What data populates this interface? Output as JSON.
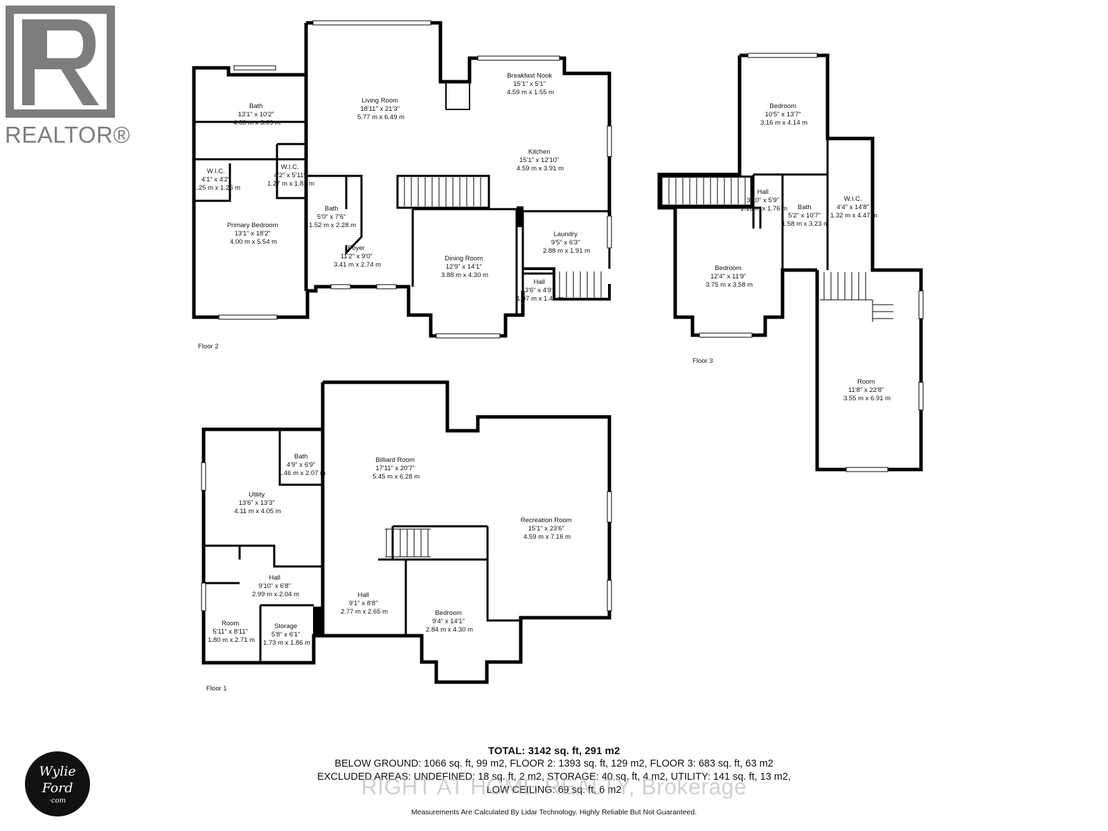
{
  "realtor_logo": {
    "name": "realtor-logo-icon",
    "wordmark": "REALTOR®",
    "color": "#7d7d7d"
  },
  "floors": {
    "floor2": {
      "label": "Floor 2"
    },
    "floor3": {
      "label": "Floor 3"
    },
    "floor1": {
      "label": "Floor 1"
    }
  },
  "rooms": {
    "bath_f2_main": {
      "name": "Bath",
      "imperial": "13'1\" x 10'2\"",
      "metric": "4.00 m x 3.09 m"
    },
    "living_room": {
      "name": "Living Room",
      "imperial": "18'11\" x 21'3\"",
      "metric": "5.77 m x 6.49 m"
    },
    "breakfast_nook": {
      "name": "Breakfast Nook",
      "imperial": "15'1\" x 5'1\"",
      "metric": "4.59 m x 1.55 m"
    },
    "kitchen": {
      "name": "Kitchen",
      "imperial": "15'1\" x 12'10\"",
      "metric": "4.59 m x 3.91 m"
    },
    "wic_f2_a": {
      "name": "W.I.C.",
      "imperial": "4'1\" x 4'2\"",
      "metric": "1.25 m x 1.26 m"
    },
    "wic_f2_b": {
      "name": "W.I.C.",
      "imperial": "4'2\" x 5'11\"",
      "metric": "1.27 m x 1.81 m"
    },
    "bath_f2_small": {
      "name": "Bath",
      "imperial": "5'0\" x 7'6\"",
      "metric": "1.52 m x 2.28 m"
    },
    "primary_bedroom": {
      "name": "Primary Bedroom",
      "imperial": "13'1\" x 18'2\"",
      "metric": "4.00 m x 5.54 m"
    },
    "foyer": {
      "name": "Foyer",
      "imperial": "11'2\" x 9'0\"",
      "metric": "3.41 m x 2.74 m"
    },
    "dining_room": {
      "name": "Dining Room",
      "imperial": "12'9\" x 14'1\"",
      "metric": "3.88 m x 4.30 m"
    },
    "laundry": {
      "name": "Laundry",
      "imperial": "9'5\" x 6'3\"",
      "metric": "2.88 m x 1.91 m"
    },
    "hall_f2": {
      "name": "Hall",
      "imperial": "3'6\" x 4'9\"",
      "metric": "1.07 m x 1.45 m"
    },
    "bedroom_f3_top": {
      "name": "Bedroom",
      "imperial": "10'5\" x 13'7\"",
      "metric": "3.16 m x 4.14 m"
    },
    "hall_f3": {
      "name": "Hall",
      "imperial": "3'10\" x 5'9\"",
      "metric": "1.16 m x 1.76 m"
    },
    "bath_f3": {
      "name": "Bath",
      "imperial": "5'2\" x 10'7\"",
      "metric": "1.58 m x 3.23 m"
    },
    "wic_f3": {
      "name": "W.I.C.",
      "imperial": "4'4\" x 14'8\"",
      "metric": "1.32 m x 4.47 m"
    },
    "bedroom_f3_left": {
      "name": "Bedroom",
      "imperial": "12'4\" x 11'9\"",
      "metric": "3.75 m x 3.58 m"
    },
    "room_f3": {
      "name": "Room",
      "imperial": "11'8\" x 22'8\"",
      "metric": "3.55 m x 6.91 m"
    },
    "billiard_room": {
      "name": "Billiard Room",
      "imperial": "17'11\" x 20'7\"",
      "metric": "5.45 m x 6.28 m"
    },
    "bath_f1": {
      "name": "Bath",
      "imperial": "4'9\" x 6'9\"",
      "metric": "1.46 m x 2.07 m"
    },
    "utility": {
      "name": "Utility",
      "imperial": "13'6\" x 13'3\"",
      "metric": "4.11 m x 4.05 m"
    },
    "recreation_room": {
      "name": "Recreation Room",
      "imperial": "15'1\" x 23'6\"",
      "metric": "4.59 m x 7.16 m"
    },
    "hall_f1_a": {
      "name": "Hall",
      "imperial": "9'10\" x 6'8\"",
      "metric": "2.99 m x 2.04 m"
    },
    "hall_f1_b": {
      "name": "Hall",
      "imperial": "9'1\" x 8'8\"",
      "metric": "2.77 m x 2.65 m"
    },
    "bedroom_f1": {
      "name": "Bedroom",
      "imperial": "9'4\" x 14'1\"",
      "metric": "2.84 m x 4.30 m"
    },
    "room_f1": {
      "name": "Room",
      "imperial": "5'11\" x 8'11\"",
      "metric": "1.80 m x 2.71 m"
    },
    "storage": {
      "name": "Storage",
      "imperial": "5'8\" x 6'1\"",
      "metric": "1.73 m x 1.86 m"
    }
  },
  "summary": {
    "total": "TOTAL: 3142 sq. ft, 291 m2",
    "line1": "BELOW GROUND: 1066 sq. ft, 99 m2, FLOOR 2: 1393 sq. ft, 129 m2, FLOOR 3: 683 sq. ft, 63 m2",
    "line2": "EXCLUDED AREAS: UNDEFINED: 18 sq. ft, 2 m2, STORAGE: 40 sq. ft, 4 m2, UTILITY: 141 sq. ft, 13 m2,",
    "line3": "LOW CEILING: 69 sq. ft, 6 m2",
    "footnote": "Measurements Are Calculated By Lidar Technology. Highly Reliable But Not Guaranteed."
  },
  "watermark": "RIGHT AT HOME REALTY, Brokerage",
  "brand_logo": {
    "name": "wylie-ford-logo-icon",
    "line1": "Wylie",
    "line2": "Ford",
    "line3": "·com"
  }
}
